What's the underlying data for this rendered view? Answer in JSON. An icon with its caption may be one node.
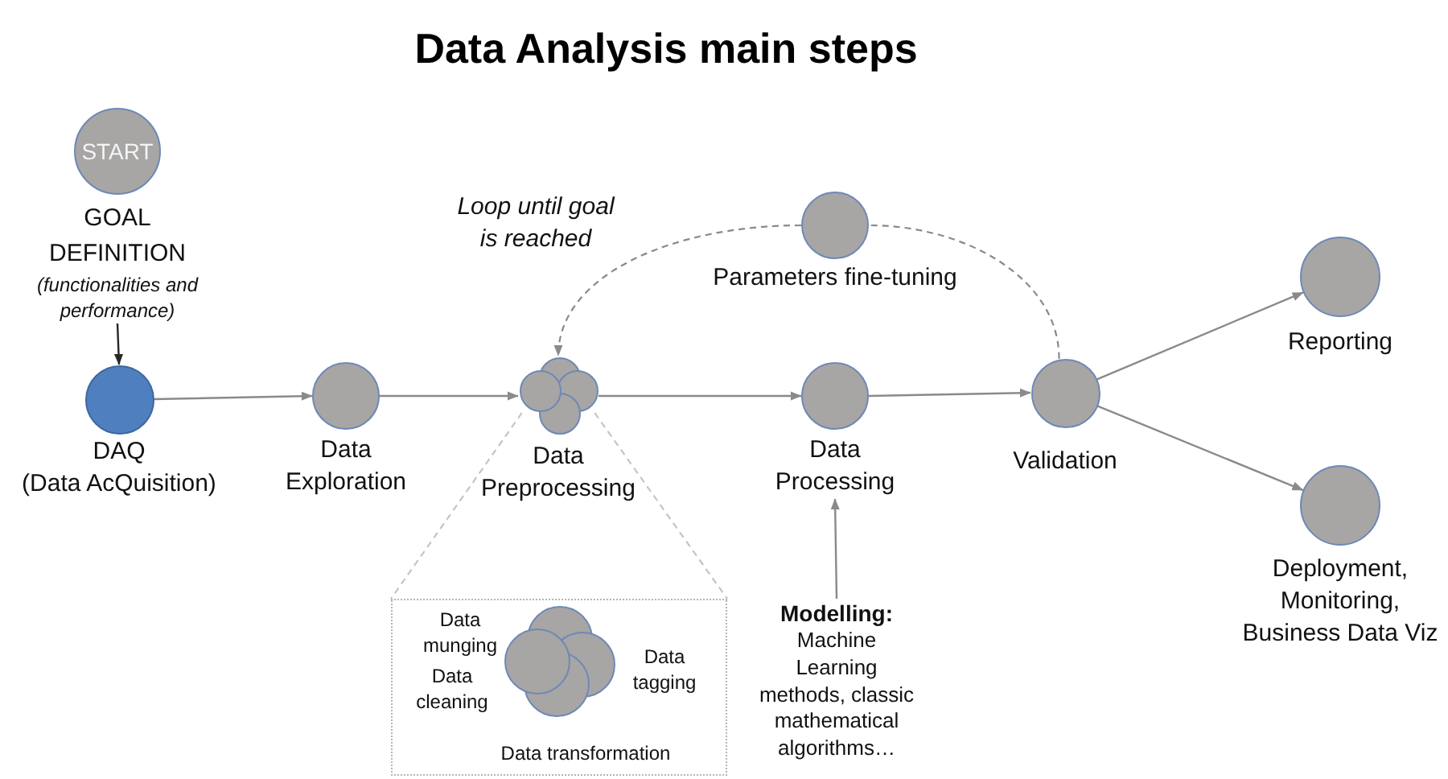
{
  "diagram": {
    "title": "Data Analysis main steps",
    "nodes": [
      {
        "text": [
          "START",
          "GOAL DEFINITION",
          "(functionalities and performance)"
        ]
      },
      {
        "text": [
          "DAQ",
          "(Data AcQuisition)"
        ]
      },
      {
        "text": [
          "Data Exploration"
        ]
      },
      {
        "text": [
          "Data Preprocessing"
        ]
      },
      {
        "text": [
          "Parameters fine-tuning"
        ]
      },
      {
        "text": [
          "Data Processing"
        ]
      },
      {
        "text": [
          "Validation"
        ]
      },
      {
        "text": [
          "Reporting"
        ]
      },
      {
        "text": [
          "Deployment, Monitoring, Business Data Viz"
        ]
      },
      {
        "text": [
          "Modelling:",
          "Machine Learning methods, classic mathematical algorithms…"
        ]
      },
      {
        "text": [
          "Data munging",
          "Data tagging",
          "Data cleaning",
          "Data transformation"
        ]
      }
    ],
    "edges": [
      {
        "from": 0,
        "to": 1,
        "arrow": "to",
        "color": "#262626"
      },
      {
        "from": 1,
        "to": 2,
        "arrow": "to"
      },
      {
        "from": 2,
        "to": 3,
        "arrow": "to"
      },
      {
        "from": 3,
        "to": 5,
        "arrow": "to"
      },
      {
        "from": 5,
        "to": 6,
        "arrow": "to"
      },
      {
        "from": 6,
        "to": 4,
        "arrow": "none",
        "style": "dashed"
      },
      {
        "from": 4,
        "to": 3,
        "arrow": "to",
        "style": "dashed",
        "label": "Loop until goal is reached"
      },
      {
        "from": 6,
        "to": 7,
        "arrow": "to"
      },
      {
        "from": 6,
        "to": 8,
        "arrow": "to"
      },
      {
        "from": 9,
        "to": 5,
        "arrow": "to"
      },
      {
        "from": 3,
        "to": 10,
        "arrow": "none",
        "style": "dashed",
        "color": "#c4c4c4"
      },
      {
        "from": 3,
        "to": 10,
        "arrow": "none",
        "style": "dashed",
        "color": "#c4c4c4"
      }
    ]
  }
}
